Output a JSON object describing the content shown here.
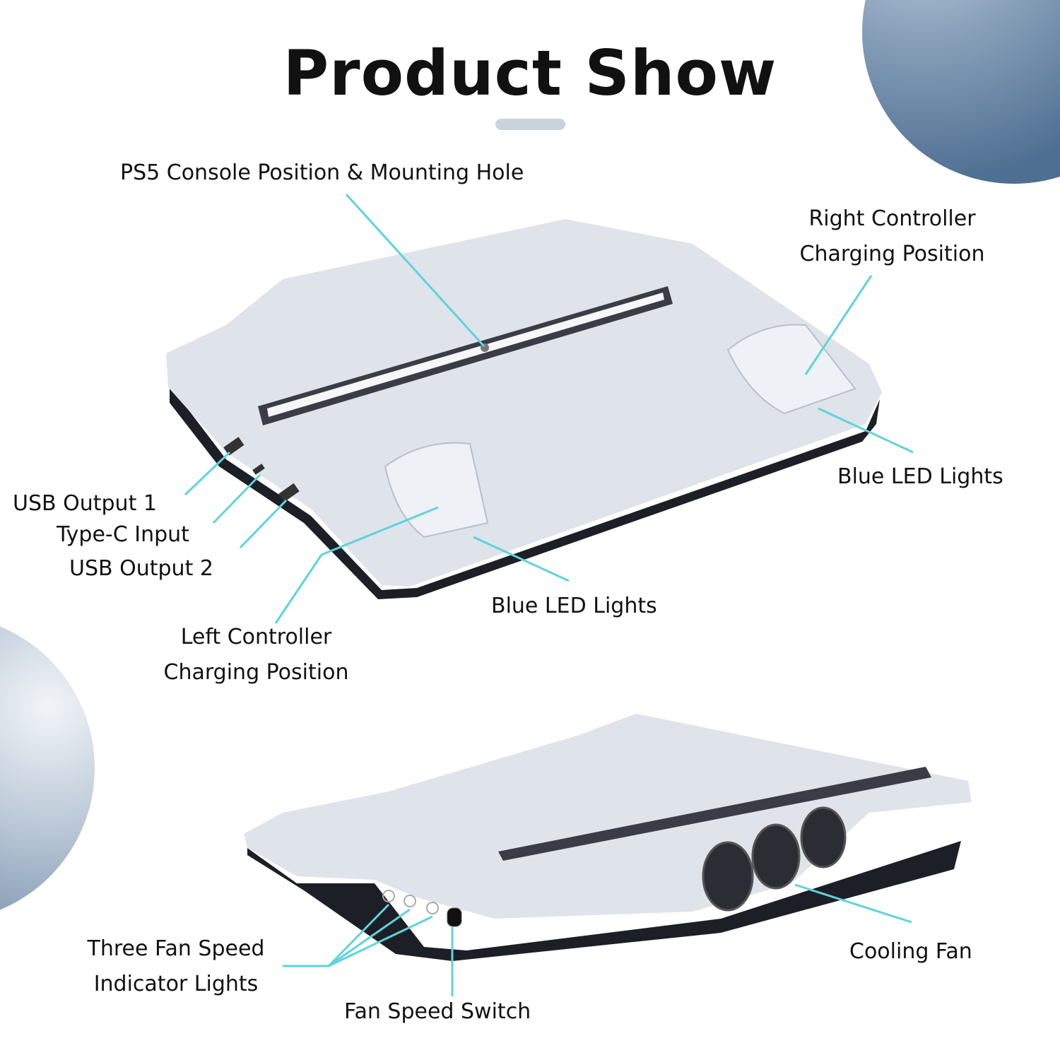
{
  "title": "Product Show",
  "colors": {
    "leader_line": "#5fd3dc",
    "accent_circle": "#4f6f92",
    "device_body": "#dfe3ea",
    "device_base": "#1c1f26"
  },
  "labels": {
    "console_position": "PS5 Console Position & Mounting Hole",
    "right_controller": [
      "Right Controller",
      "Charging Position"
    ],
    "blue_led_right": "Blue LED Lights",
    "usb_output_1": "USB Output 1",
    "type_c_input": "Type-C Input",
    "usb_output_2": "USB Output 2",
    "blue_led_left": "Blue LED Lights",
    "left_controller": [
      "Left Controller",
      "Charging Position"
    ],
    "fan_speed_lights": [
      "Three Fan Speed",
      "Indicator Lights"
    ],
    "fan_speed_switch": "Fan Speed Switch",
    "cooling_fan": "Cooling Fan"
  }
}
